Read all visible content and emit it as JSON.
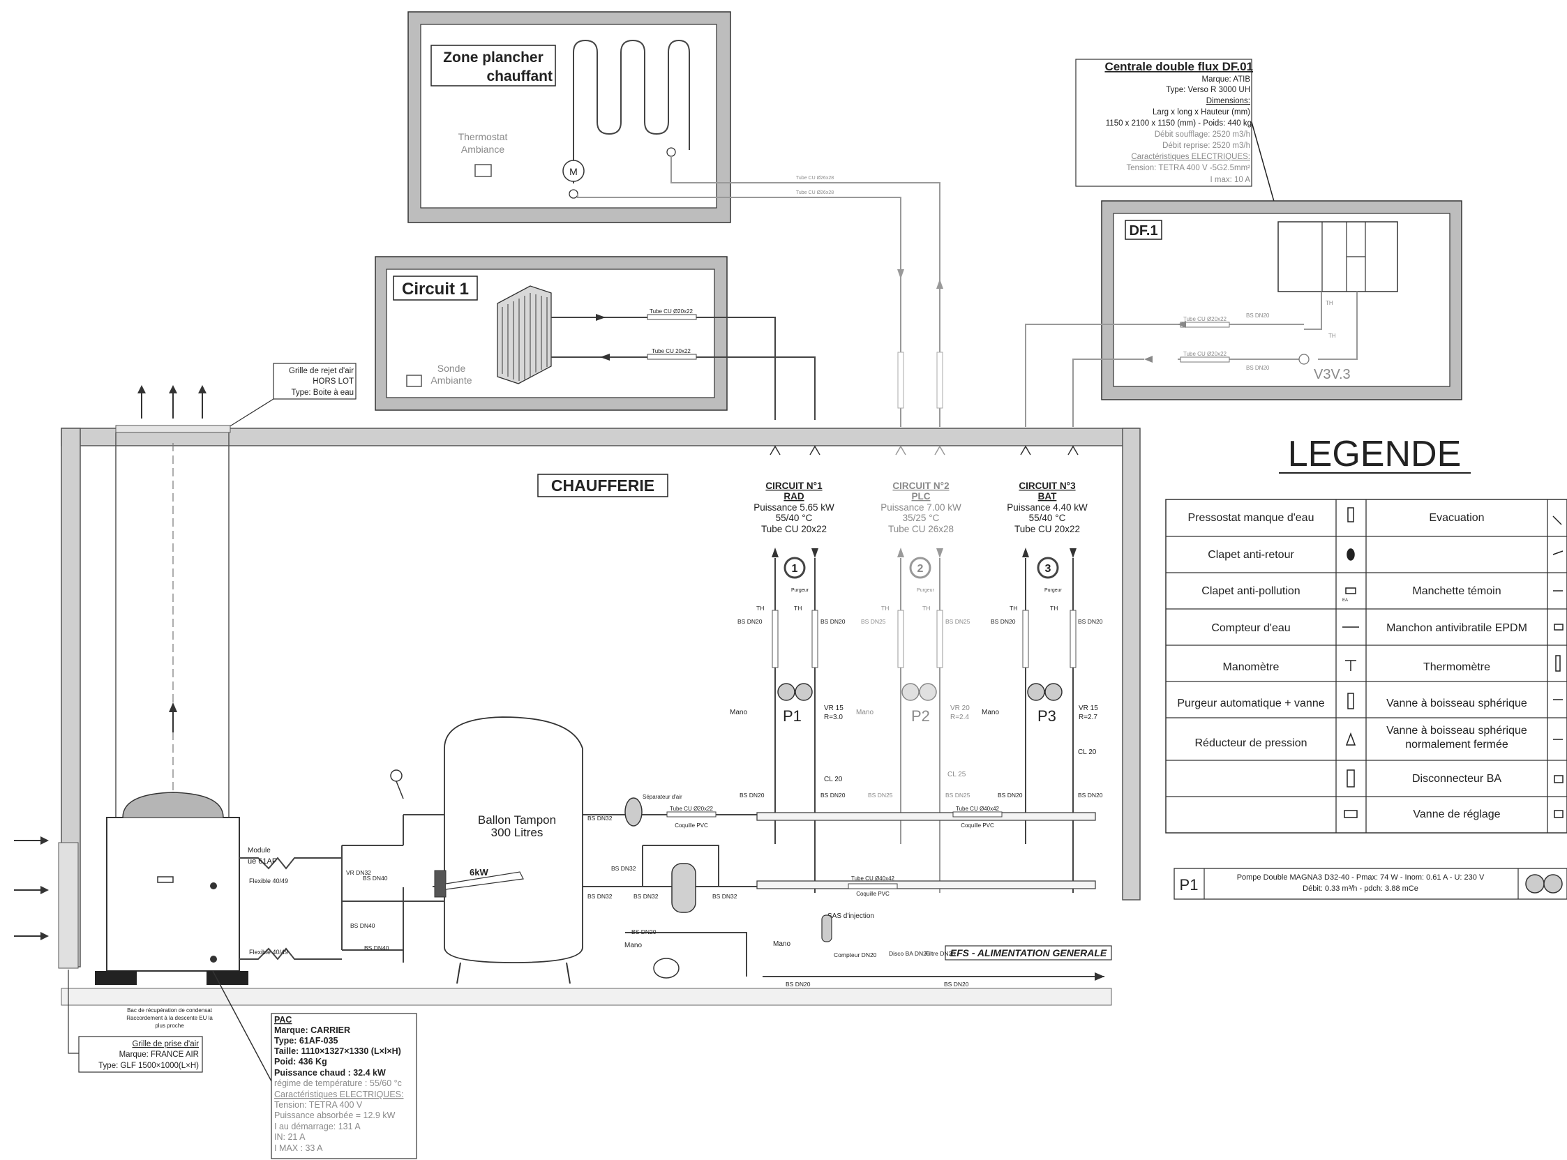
{
  "zone_plancher": {
    "title_line1": "Zone plancher",
    "title_line2": "chauffant",
    "thermostat_line1": "Thermostat",
    "thermostat_line2": "Ambiance",
    "motor": "M",
    "tube1": "Tube CU Ø26x28",
    "tube2": "Tube CU Ø26x28"
  },
  "circuit1_box": {
    "title": "Circuit 1",
    "sonde_line1": "Sonde",
    "sonde_line2": "Ambiante",
    "tube1": "Tube CU Ø20x22",
    "tube2": "Tube CU 20x22"
  },
  "centrale": {
    "title": "Centrale double flux DF.01",
    "lines": [
      "Marque: ATIB",
      "Type: Verso R 3000 UH",
      "Dimensions:",
      "Larg x long x Hauteur (mm)",
      "1150 x 2100 x 1150 (mm) - Poids: 440 kg",
      "Débit soufflage: 2520 m3/h",
      "Débit reprise: 2520 m3/h",
      "Caractéristiques ELECTRIQUES:",
      "Tension: TETRA 400 V -5G2.5mm²",
      "I max: 10 A"
    ]
  },
  "df1": {
    "title": "DF.1",
    "valve": "V3V.3",
    "th1": "TH",
    "th2": "TH",
    "bs1": "BS DN20",
    "bs2": "BS DN20",
    "tube1": "Tube CU Ø20x22",
    "tube2": "Tube CU Ø20x22"
  },
  "grille_rejet": {
    "lines": [
      "Grille de rejet d'air",
      "HORS LOT",
      "Type: Boite à eau"
    ]
  },
  "chaufferie": {
    "title": "CHAUFFERIE"
  },
  "circuits": [
    {
      "title": "CIRCUIT N°1",
      "type": "RAD",
      "power": "Puissance 5.65 kW",
      "regime": "55/40 °C",
      "tube": "Tube CU 20x22",
      "num": "1",
      "pump": "P1",
      "vr": "VR 15",
      "r": "R=3.0",
      "cl": "CL 20",
      "bs": "BS DN20"
    },
    {
      "title": "CIRCUIT N°2",
      "type": "PLC",
      "power": "Puissance 7.00 kW",
      "regime": "35/25 °C",
      "tube": "Tube CU 26x28",
      "num": "2",
      "pump": "P2",
      "vr": "VR 20",
      "r": "R=2.4",
      "cl": "CL 25",
      "bs": "BS DN25"
    },
    {
      "title": "CIRCUIT N°3",
      "type": "BAT",
      "power": "Puissance 4.40 kW",
      "regime": "55/40 °C",
      "tube": "Tube CU 20x22",
      "num": "3",
      "pump": "P3",
      "vr": "VR 15",
      "r": "R=2.7",
      "cl": "CL 20",
      "bs": "BS DN20"
    }
  ],
  "labels": {
    "mano": "Mano",
    "purgeur": "Purgeur",
    "th": "TH",
    "ballon_line1": "Ballon Tampon",
    "ballon_line2": "300 Litres",
    "kw": "6kW",
    "separateur": "Séparateur d'air",
    "sas": "SAS d'injection",
    "compteur": "Compteur DN20",
    "disco": "Disco BA DN20",
    "filtre": "Filtre DN20",
    "efs": "EFS - ALIMENTATION GENERALE",
    "flexible1": "Flexible 40/49",
    "flexible2": "Flexible 40/49",
    "module_line1": "Module",
    "module_line2": "ue 61AF",
    "vr_dn32": "VR DN32",
    "bs_dn40_1": "BS DN40",
    "bs_dn40_2": "BS DN40",
    "bs_dn40_3": "BS DN40",
    "bs_dn32_1": "BS DN32",
    "bs_dn32_2": "BS DN32",
    "bs_dn32_3": "BS DN32",
    "bs_dn32_4": "BS DN32",
    "bs_dn32_5": "BS DN32",
    "bs_dn20_a": "BS DN20",
    "bs_dn20_b": "BS DN20",
    "bs_dn20_c": "BS DN20",
    "tube_collector1": "Tube CU Ø20x22",
    "tube_collector2": "Tube CU Ø40x42",
    "tube_collector3": "Tube CU Ø40x42",
    "coquille": "Coquille PVC",
    "bac_line1": "Bac de récupération de condensat",
    "bac_line2": "Raccordement à la descente EU la",
    "bac_line3": "plus proche"
  },
  "grille_prise": {
    "lines": [
      "Grille de prise d'air",
      "Marque: FRANCE AIR",
      "Type: GLF 1500×1000(L×H)"
    ]
  },
  "pac": {
    "lines": [
      "PAC",
      "Marque: CARRIER",
      "Type: 61AF-035",
      "Taille: 1110×1327×1330 (L×l×H)",
      "Poid: 436 Kg",
      "Puissance chaud : 32.4 kW",
      "régime de température : 55/60 °c",
      "Caractéristiques ELECTRIQUES:",
      "Tension: TETRA 400 V",
      "Puissance absorbée = 12.9 kW",
      "I au démarrage: 131 A",
      "IN: 21 A",
      "I MAX : 33 A"
    ]
  },
  "legende": {
    "title": "LEGENDE",
    "rows": [
      {
        "left": "Pressostat manque d'eau",
        "right": "Evacuation"
      },
      {
        "left": "Clapet anti-retour",
        "right": ""
      },
      {
        "left": "Clapet anti-pollution",
        "right": "Manchette témoin"
      },
      {
        "left": "Compteur d'eau",
        "right": "Manchon antivibratile EPDM"
      },
      {
        "left": "Manomètre",
        "right": "Thermomètre"
      },
      {
        "left": "Purgeur automatique + vanne",
        "right": "Vanne à boisseau sphérique"
      },
      {
        "left": "Réducteur de pression",
        "right": "Vanne à boisseau sphérique normalement fermée"
      },
      {
        "left": "",
        "right": "Disconnecteur BA"
      },
      {
        "left": "",
        "right": "Vanne de réglage"
      }
    ],
    "ea": "EA"
  },
  "pump_spec": {
    "id": "P1",
    "line1": "Pompe Double MAGNA3 D32-40 - Pmax: 74 W - Inom: 0.61 A - U: 230 V",
    "line2": "Débit: 0.33 m³/h - pdch: 3.88 mCe"
  }
}
